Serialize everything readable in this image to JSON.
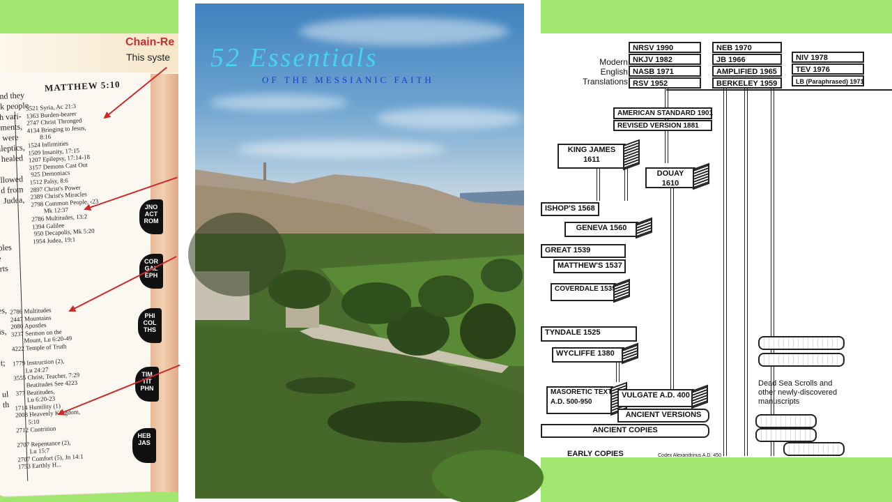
{
  "left_panel": {
    "header_title": "Chain-Re",
    "header_subtitle": "This syste",
    "page_header": "MATTHEW  5:10",
    "left_column": "and they\nck people\nth vari-\nrments,\n  were\nileptics,\n healed\n\nllowed\nd from\n Judea,",
    "left_column_lower": "eples\nle\norts\n\n\n\nes,\n\nis,\n\n\nt;\n\n\nul\nth",
    "entries_top": "3521 Syria, Ac 21:3\n1363 Burden-bearer\n2747 Christ Thronged\n4134 Bringing to Jesus,\n        8:16\n1524 Infirmities\n1509 Insanity, 17:15\n1207 Epilepsy, 17:14-18\n3157 Demons Cast Out\n 925 Demoniacs\n1512 Palsy, 8:6\n2897 Christ's Power\n2389 Christ's Miracles\n2798 Common People, ‹23\n        Mk 12:37\n2786 Multitudes, 13:2\n1394 Galilee\n 950 Decapolis, Mk 5:20\n1954 Judea, 19:1",
    "entries_bottom": "2786 Multitudes\n2447 Mountains\n2080 Apostles\n3237 Sermon on the\n        Mount, Lu 6:20-49\n4222 Temple of Truth\n\n1779 Instruction (2),\n        Lu 24:27\n3555 Christ, Teacher, 7:29\n        Beatitudes See 4223\n 377 Beatitudes,\n        Lu 6:20-23\n1714 Humility (1)\n2008 Heavenly Kingdom,\n        5:10\n2712 Contrition\n\n2707 Repentance (2),\n        Lu 15:7\n2707 Comfort (5), Jn 14:1\n1753 Earthly H...",
    "tabs": [
      "JNO\nACT\nROM",
      "COR\nGAL\nEPH",
      "PHI\nCOL\nTHS",
      "TIM\nTIT\nPHN",
      "HEB\nJAS"
    ],
    "arrow_color": "#cc2a2a"
  },
  "middle_panel": {
    "title": "52 Essentials",
    "subtitle": "OF THE MESSIANIC FAITH",
    "title_color": "#49d3ea",
    "subtitle_color": "#1d3ccf"
  },
  "right_panel": {
    "modern_label": "Modern\nEnglish\nTranslations",
    "modern_left": [
      "NRSV 1990",
      "NKJV 1982",
      "NASB 1971",
      "RSV 1952"
    ],
    "modern_mid": [
      "NEB 1970",
      "JB 1966",
      "AMPLIFIED 1965",
      "BERKELEY 1959"
    ],
    "modern_right": [
      "NIV 1978",
      "TEV 1976",
      "LB (Paraphrased) 1971"
    ],
    "american_standard": "AMERICAN STANDARD 1901",
    "revised_version": "REVISED VERSION 1881",
    "king_james": "KING JAMES\n1611",
    "douay": "DOUAY\n1610",
    "bishops": "ISHOP'S 1568",
    "geneva": "GENEVA 1560",
    "great": "GREAT 1539",
    "matthews": "MATTHEW'S 1537",
    "coverdale": "COVERDALE 1535",
    "tyndale": "TYNDALE 1525",
    "wycliffe": "WYCLIFFE 1380",
    "masoretic": "MASORETIC TEXT\nA.D. 500-950",
    "vulgate": "VULGATE A.D. 400",
    "ancient_versions": "ANCIENT VERSIONS",
    "ancient_copies": "ANCIENT COPIES",
    "early_copies": "EARLY COPIES",
    "codex": "Codex Alexandrinus A.D. 450",
    "dead_sea": "Dead Sea Scrolls and\nother newly-discovered\nmanuscripts"
  },
  "colors": {
    "band": "#a2e56f"
  }
}
